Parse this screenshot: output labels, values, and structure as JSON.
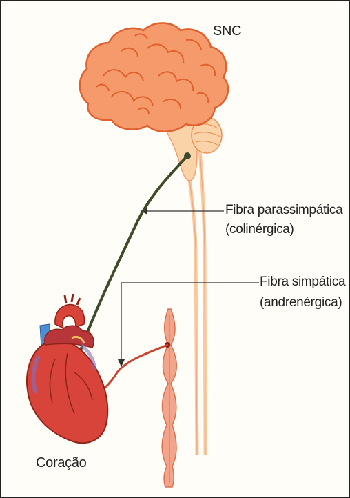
{
  "labels": {
    "cns": "SNC",
    "parasympathetic_line1": "Fibra parassimpática",
    "parasympathetic_line2": "(colinérgica)",
    "sympathetic_line1": "Fibra simpática",
    "sympathetic_line2": "(andrenérgica)",
    "heart": "Coração"
  },
  "colors": {
    "brain": "#f59a6a",
    "brain_outline": "#e0602e",
    "brainstem": "#fbd3a8",
    "spinal_cord": "#f9c9a0",
    "parasympathetic_fiber": "#3e4a2a",
    "sympathetic_fiber": "#c8432a",
    "heart": "#d9443a",
    "heart_dark": "#a52a2a",
    "aorta_blue": "#4d8fd6",
    "ganglion_chain": "#f2a58a",
    "leader_line": "#333333"
  }
}
